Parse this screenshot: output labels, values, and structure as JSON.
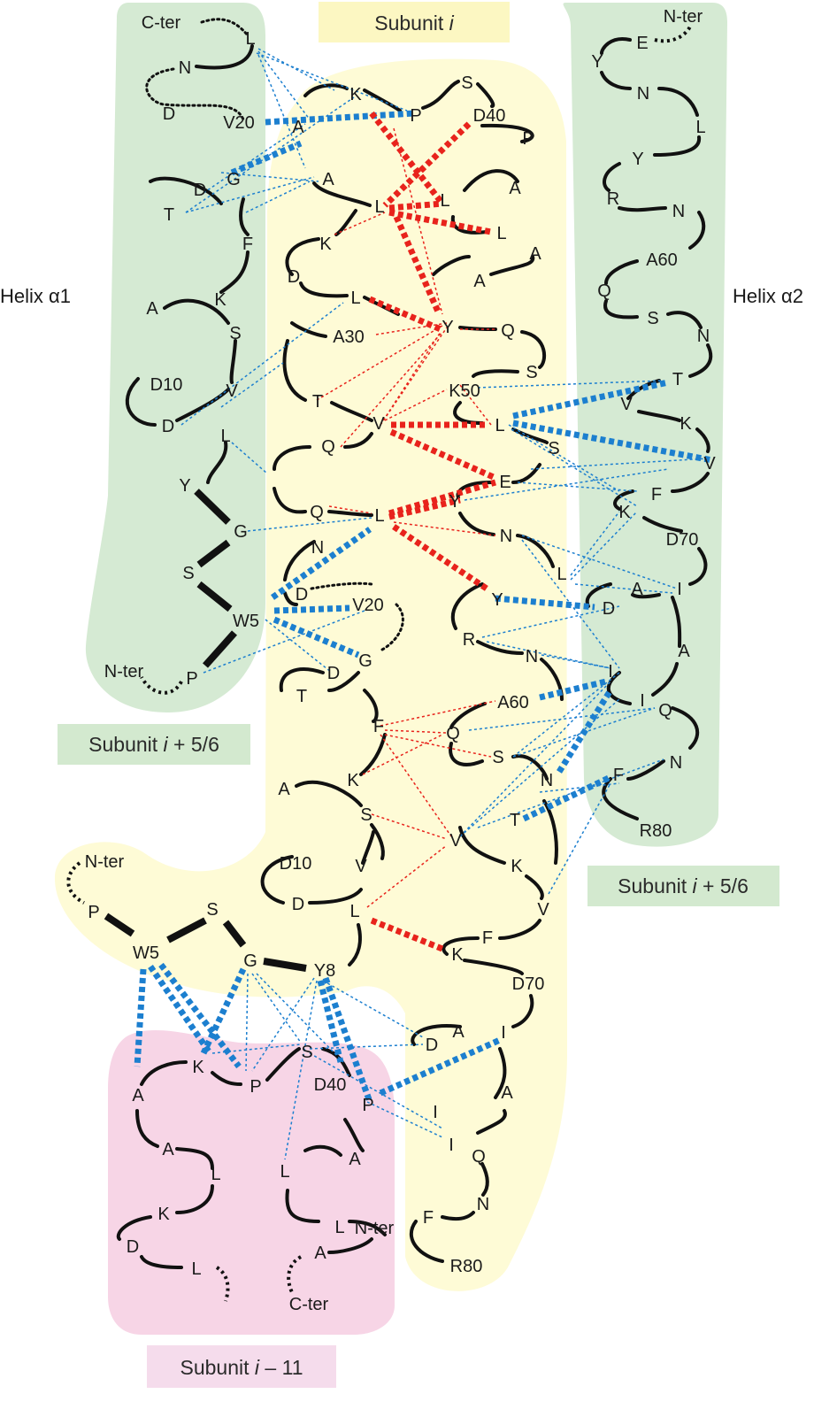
{
  "colors": {
    "yellow_region": "#fefbd6",
    "green_region": "#d5ead3",
    "pink_region": "#f7d5e6",
    "yellow_label_bg": "#fcf7c2",
    "green_label_bg": "#d3e9cf",
    "pink_label_bg": "#f5dcec",
    "blue_contact": "#1c7fcf",
    "red_contact": "#e8231c"
  },
  "captions": {
    "subunit_i": {
      "prefix": "Subunit ",
      "italic": "i",
      "suffix": ""
    },
    "subunit_i56_top": {
      "prefix": "Subunit ",
      "italic": "i",
      "suffix": " + 5/6"
    },
    "subunit_i56_right": {
      "prefix": "Subunit ",
      "italic": "i",
      "suffix": " + 5/6"
    },
    "subunit_i11": {
      "prefix": "Subunit ",
      "italic": "i",
      "suffix": " – 11"
    },
    "helix_a1": "Helix α1",
    "helix_a2": "Helix α2"
  },
  "residues": {
    "h1": [
      "C-ter",
      "L",
      "N",
      "D",
      "V20",
      "A",
      "G",
      "D",
      "T",
      "F",
      "A",
      "K",
      "S",
      "D10",
      "V",
      "D",
      "L",
      "Y",
      "G",
      "S",
      "W5",
      "P",
      "N-ter"
    ],
    "yi": [
      "K",
      "S",
      "P",
      "D40",
      "P",
      "A",
      "A",
      "L",
      "L",
      "L",
      "A",
      "A",
      "K",
      "D",
      "L",
      "A30",
      "Y",
      "Q",
      "S",
      "K50",
      "T",
      "V",
      "L",
      "Q",
      "S",
      "Q",
      "E",
      "Y",
      "L",
      "N",
      "N",
      "D",
      "V20",
      "G",
      "D",
      "T",
      "Y",
      "L",
      "R",
      "N",
      "A60",
      "F",
      "Q",
      "S",
      "K",
      "N",
      "A",
      "S",
      "T",
      "V",
      "K",
      "D10",
      "V",
      "D",
      "L",
      "K",
      "F",
      "V",
      "D70",
      "D",
      "A",
      "I",
      "A",
      "I",
      "Q",
      "I",
      "N",
      "F",
      "R80"
    ],
    "h2": [
      "N-ter",
      "E",
      "Y",
      "N",
      "L",
      "Y",
      "R",
      "N",
      "A60",
      "Q",
      "S",
      "N",
      "T",
      "V",
      "K",
      "V",
      "F",
      "K",
      "D70",
      "I",
      "A",
      "D",
      "I",
      "A",
      "I",
      "Q",
      "N",
      "F",
      "R80"
    ],
    "nt": [
      "N-ter",
      "P",
      "S",
      "W5",
      "G",
      "Y8"
    ],
    "pk": [
      "K",
      "A",
      "P",
      "S",
      "D40",
      "P",
      "A",
      "L",
      "L",
      "A",
      "K",
      "L",
      "D",
      "L",
      "A",
      "N-ter",
      "C-ter"
    ]
  }
}
